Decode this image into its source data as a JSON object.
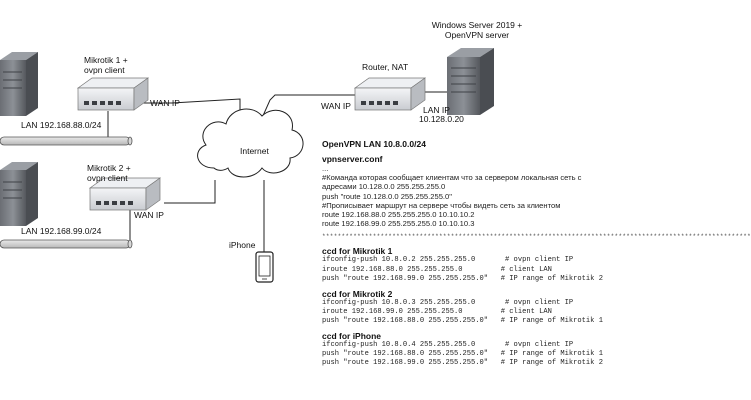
{
  "labels": {
    "server_title": "Windows Server 2019 +\nOpenVPN server",
    "router": "Router, NAT",
    "wan_ip_server": "WAN IP",
    "lan_ip": "LAN IP",
    "lan_ip_value": "10.128.0.20",
    "mikrotik1": "Mikrotik 1 +\novpn client",
    "wan_ip_1": "WAN IP",
    "lan_1": "LAN 192.168.88.0/24",
    "mikrotik2": "Mikrotik 2 +\novpn client",
    "wan_ip_2": "WAN IP",
    "lan_2": "LAN 192.168.99.0/24",
    "internet": "Internet",
    "iphone": "iPhone"
  },
  "config": {
    "openvpn_lan": "OpenVPN LAN 10.8.0.0/24",
    "vpnserver_conf": "vpnserver.conf",
    "dots": "...",
    "comment1": "#Команда которая сообщает клиентам что за сервером локальная сеть с",
    "comment1b": "адресами 10.128.0.0 255.255.255.0",
    "push_route": "push \"route 10.128.0.0 255.255.255.0\"",
    "comment2": "#Прописывает маршрут на сервере чтобы видеть сеть за клиентом",
    "route1": "route 192.168.88.0 255.255.255.0 10.10.10.2",
    "route2": "route 192.168.99.0 255.255.255.0 10.10.10.3",
    "separator": "**************************************************************************************************************",
    "ccd_mik1": "ccd for Mikrotik 1",
    "ccd_mik1_lines": [
      "ifconfig-push 10.8.0.2 255.255.255.0       # ovpn client IP",
      "iroute 192.168.88.0 255.255.255.0         # client LAN",
      "push \"route 192.168.99.0 255.255.255.0\"   # IP range of Mikrotik 2"
    ],
    "ccd_mik2": "ccd for Mikrotik 2",
    "ccd_mik2_lines": [
      "ifconfig-push 10.8.0.3 255.255.255.0       # ovpn client IP",
      "iroute 192.168.99.0 255.255.255.0         # client LAN",
      "push \"route 192.168.88.0 255.255.255.0\"   # IP range of Mikrotik 1"
    ],
    "ccd_iphone": "ccd for iPhone",
    "ccd_iphone_lines": [
      "ifconfig-push 10.8.0.4 255.255.255.0       # ovpn client IP",
      "push \"route 192.168.88.0 255.255.255.0\"   # IP range of Mikrotik 1",
      "push \"route 192.168.99.0 255.255.255.0\"   # IP range of Mikrotik 2"
    ]
  }
}
